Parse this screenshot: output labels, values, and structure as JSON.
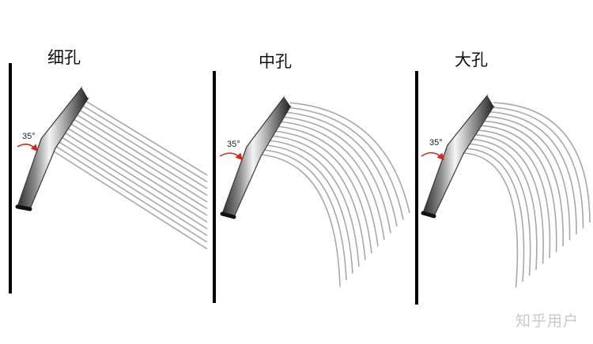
{
  "panels": [
    {
      "title": "细孔",
      "angle_label": "35°"
    },
    {
      "title": "中孔",
      "angle_label": "35°"
    },
    {
      "title": "大孔",
      "angle_label": "35°"
    }
  ],
  "watermark": "知乎用户",
  "colors": {
    "wall": "#000000",
    "angle_arrow": "#d9261c",
    "water_stream": "#a8a8a8",
    "chrome_dark": "#3a3a3a",
    "chrome_light": "#f2f2f2"
  }
}
